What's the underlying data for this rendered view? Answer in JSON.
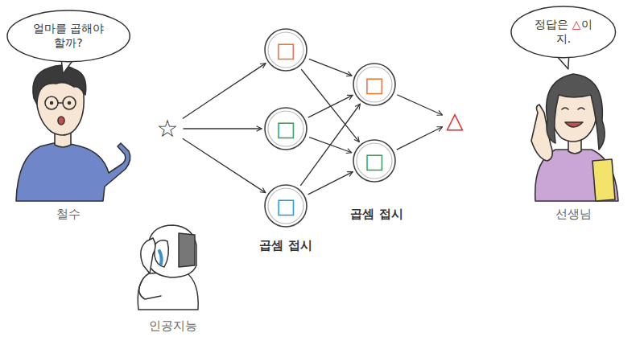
{
  "diagram": {
    "nodes": [
      {
        "text": [
          "얼마를 곱해야 할까?"
        ]
      },
      {
        "text": [
          "☆"
        ]
      },
      {
        "text": [
          "□"
        ]
      },
      {
        "text": [
          "□"
        ]
      },
      {
        "text": [
          "□"
        ]
      },
      {
        "text": [
          "□"
        ]
      },
      {
        "text": [
          "□"
        ]
      },
      {
        "text": [
          "△"
        ]
      },
      {
        "text": [
          "정답은 △이지."
        ]
      }
    ],
    "edges": [
      {
        "from": 1,
        "to": 2,
        "arrow": "to"
      },
      {
        "from": 1,
        "to": 3,
        "arrow": "to"
      },
      {
        "from": 1,
        "to": 4,
        "arrow": "to"
      },
      {
        "from": 2,
        "to": 5,
        "arrow": "to"
      },
      {
        "from": 2,
        "to": 6,
        "arrow": "to"
      },
      {
        "from": 3,
        "to": 5,
        "arrow": "to"
      },
      {
        "from": 3,
        "to": 6,
        "arrow": "to"
      },
      {
        "from": 4,
        "to": 5,
        "arrow": "to"
      },
      {
        "from": 4,
        "to": 6,
        "arrow": "to"
      },
      {
        "from": 5,
        "to": 7,
        "arrow": "to"
      },
      {
        "from": 6,
        "to": 7,
        "arrow": "to"
      }
    ],
    "labels": [
      "철수",
      "인공지능",
      "곱셈 접시",
      "곱셈 접시",
      "선생님"
    ]
  }
}
